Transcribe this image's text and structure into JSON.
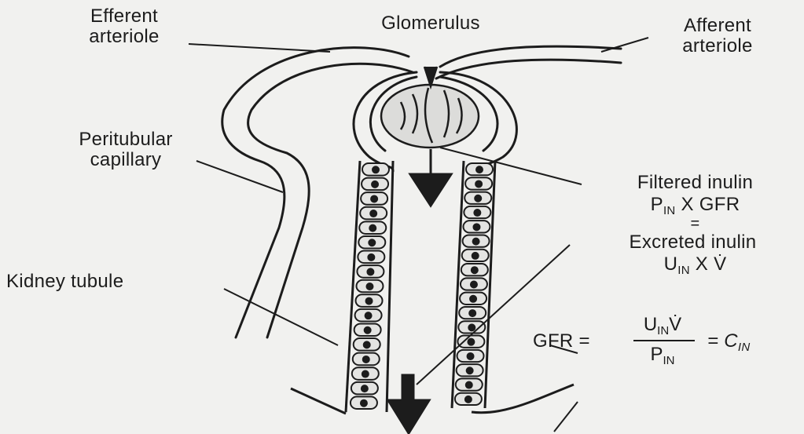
{
  "labels": {
    "efferent_line1": "Efferent",
    "efferent_line2": "arteriole",
    "glomerulus": "Glomerulus",
    "afferent_line1": "Afferent",
    "afferent_line2": "arteriole",
    "peritubular_line1": "Peritubular",
    "peritubular_line2": "capillary",
    "filtered_inulin": "Filtered inulin",
    "kidney_tubule": "Kidney tubule",
    "excreted_inulin": "Excreted inulin"
  },
  "equations": {
    "filtered_p": "P",
    "filtered_sub": "IN",
    "filtered_rest": " X GFR",
    "equals": "=",
    "excreted_u": "U",
    "excreted_sub": "IN",
    "excreted_rest": " X V̇",
    "gfr_prefix": "GFR =",
    "gfr_num_u": "U",
    "gfr_num_sub": "IN",
    "gfr_num_v": "V̇",
    "gfr_den_p": "P",
    "gfr_den_sub": "IN",
    "gfr_suffix": "= C",
    "gfr_suffix_sub": "IN"
  },
  "colors": {
    "ink": "#1c1c1c",
    "paper": "#f1f1ef",
    "cell_fill": "#e4e4e2"
  }
}
